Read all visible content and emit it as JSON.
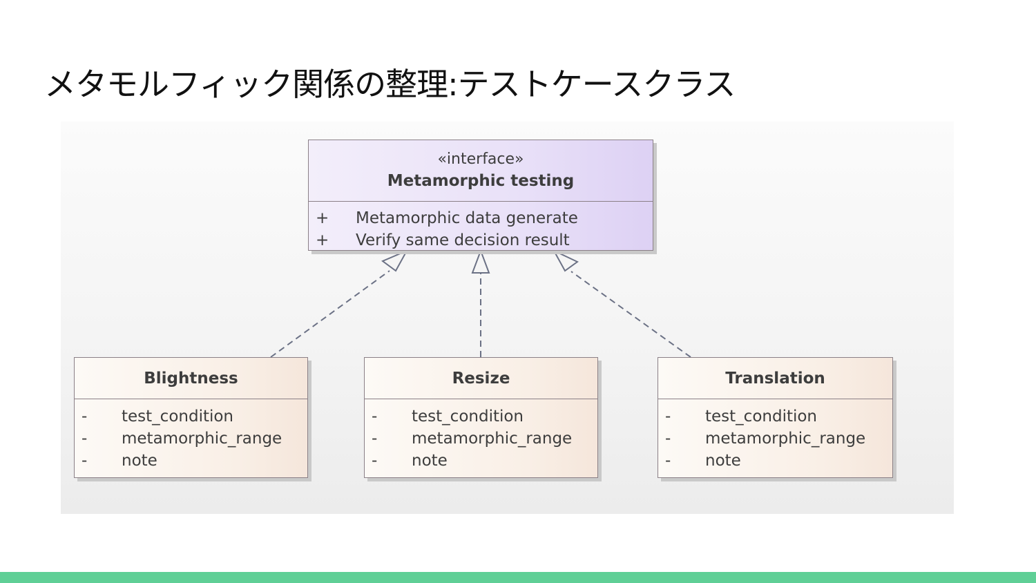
{
  "slide": {
    "title": "メタモルフィック関係の整理:テストケースクラス"
  },
  "diagram": {
    "interface": {
      "stereotype": "«interface»",
      "name": "Metamorphic testing",
      "operations": [
        {
          "visibility": "+",
          "label": "Metamorphic data generate"
        },
        {
          "visibility": "+",
          "label": "Verify same decision result"
        }
      ]
    },
    "classes": [
      {
        "name": "Blightness",
        "attributes": [
          {
            "visibility": "-",
            "label": "test_condition"
          },
          {
            "visibility": "-",
            "label": "metamorphic_range"
          },
          {
            "visibility": "-",
            "label": "note"
          }
        ]
      },
      {
        "name": "Resize",
        "attributes": [
          {
            "visibility": "-",
            "label": "test_condition"
          },
          {
            "visibility": "-",
            "label": "metamorphic_range"
          },
          {
            "visibility": "-",
            "label": "note"
          }
        ]
      },
      {
        "name": "Translation",
        "attributes": [
          {
            "visibility": "-",
            "label": "test_condition"
          },
          {
            "visibility": "-",
            "label": "metamorphic_range"
          },
          {
            "visibility": "-",
            "label": "note"
          }
        ]
      }
    ],
    "relationships": [
      {
        "type": "realization",
        "from": "Blightness",
        "to": "Metamorphic testing"
      },
      {
        "type": "realization",
        "from": "Resize",
        "to": "Metamorphic testing"
      },
      {
        "type": "realization",
        "from": "Translation",
        "to": "Metamorphic testing"
      }
    ],
    "colors": {
      "interface_fill": "#e4daf6",
      "class_fill": "#f9efe6",
      "border": "#8a7f86",
      "connector": "#6b7185",
      "footer_bar": "#5fcf96"
    }
  }
}
